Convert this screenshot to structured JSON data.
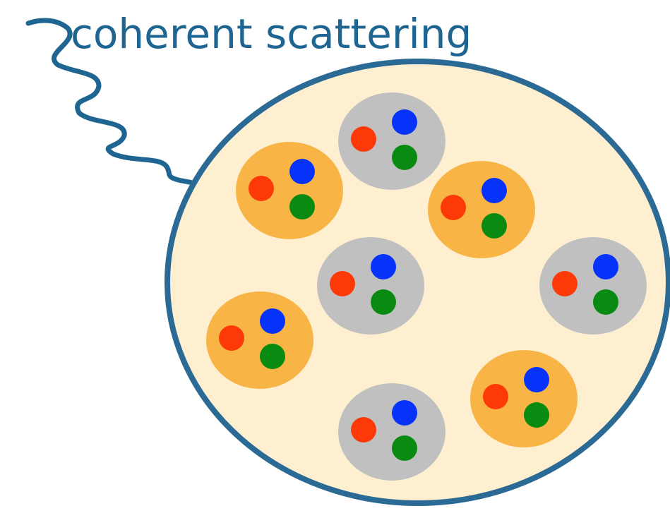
{
  "title": "coherent scattering",
  "colors": {
    "text": "#1f6591",
    "photon": "#1f6591",
    "nucleus_outline": "#2c6a96",
    "nucleus_fill": "#fdefd0",
    "proton": "#f8b545",
    "neutron": "#c0c0c0",
    "quark_red": "#fd3908",
    "quark_blue": "#0632fa",
    "quark_green": "#088b10"
  },
  "nucleons": [
    {
      "kind": "neutron",
      "quarks": [
        "quark_red",
        "quark_blue",
        "quark_green"
      ]
    },
    {
      "kind": "proton",
      "quarks": [
        "quark_red",
        "quark_blue",
        "quark_green"
      ]
    },
    {
      "kind": "proton",
      "quarks": [
        "quark_red",
        "quark_blue",
        "quark_green"
      ]
    },
    {
      "kind": "neutron",
      "quarks": [
        "quark_red",
        "quark_blue",
        "quark_green"
      ]
    },
    {
      "kind": "neutron",
      "quarks": [
        "quark_red",
        "quark_blue",
        "quark_green"
      ]
    },
    {
      "kind": "proton",
      "quarks": [
        "quark_red",
        "quark_blue",
        "quark_green"
      ]
    },
    {
      "kind": "proton",
      "quarks": [
        "quark_red",
        "quark_blue",
        "quark_green"
      ]
    },
    {
      "kind": "neutron",
      "quarks": [
        "quark_red",
        "quark_blue",
        "quark_green"
      ]
    }
  ]
}
